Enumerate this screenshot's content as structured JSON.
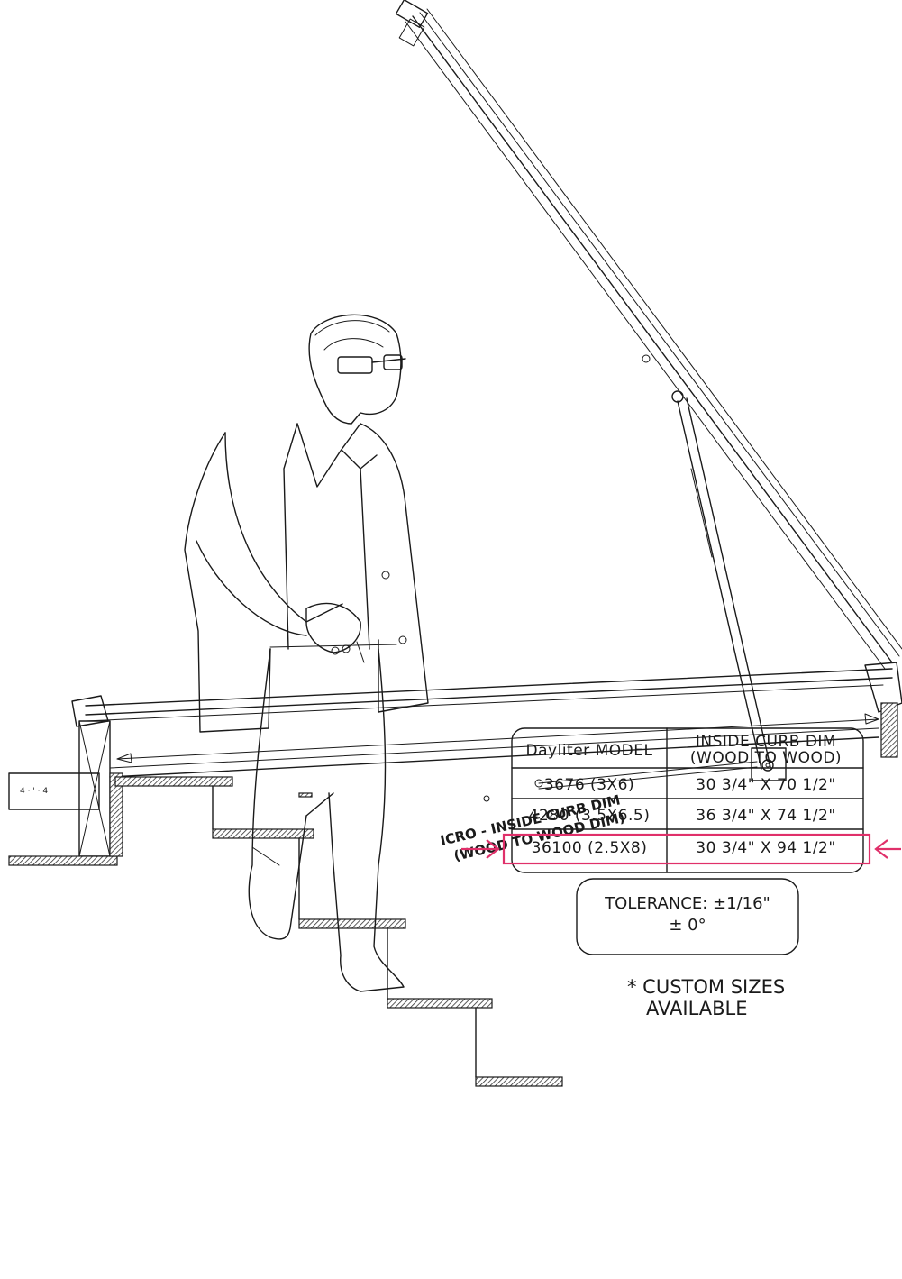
{
  "label": {
    "line1": "ICRO - INSIDE CURB DIM",
    "line2": "(WOOD TO WOOD DIM)"
  },
  "table": {
    "header": {
      "model": "Dayliter MODEL",
      "dim_line1": "INSIDE CURB DIM",
      "dim_line2": "(WOOD TO WOOD)"
    },
    "rows": [
      {
        "model": "3676 (3X6)",
        "dim": "30 3/4\" X 70 1/2\""
      },
      {
        "model": "4280 (3.5X6.5)",
        "dim": "36 3/4\" X 74 1/2\""
      },
      {
        "model": "36100 (2.5X8)",
        "dim": "30 3/4\" X 94 1/2\""
      }
    ],
    "highlighted_row": 2
  },
  "tolerance": {
    "line1": "TOLERANCE: ±1/16\"",
    "line2": "± 0°"
  },
  "note": {
    "line1": "* CUSTOM SIZES",
    "line2": "AVAILABLE"
  },
  "colors": {
    "ink": "#1a1a1a",
    "highlight": "#e0306a"
  }
}
